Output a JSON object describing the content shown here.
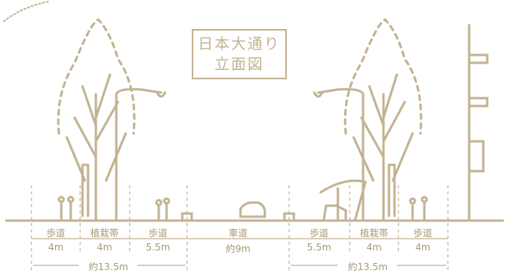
{
  "title": {
    "line1": "日本大通り",
    "line2": "立面図"
  },
  "sections": [
    {
      "name": "歩道",
      "width": "4m"
    },
    {
      "name": "植栽帯",
      "width": "4m"
    },
    {
      "name": "歩道",
      "width": "5.5m"
    },
    {
      "name": "車道",
      "width": "約9m"
    },
    {
      "name": "歩道",
      "width": "5.5m"
    },
    {
      "name": "植栽帯",
      "width": "4m"
    },
    {
      "name": "歩道",
      "width": "4m"
    }
  ],
  "totals": {
    "left": "約13.5m",
    "right": "約13.5m"
  },
  "colors": {
    "line": "#c3b393",
    "text": "#a89878"
  }
}
